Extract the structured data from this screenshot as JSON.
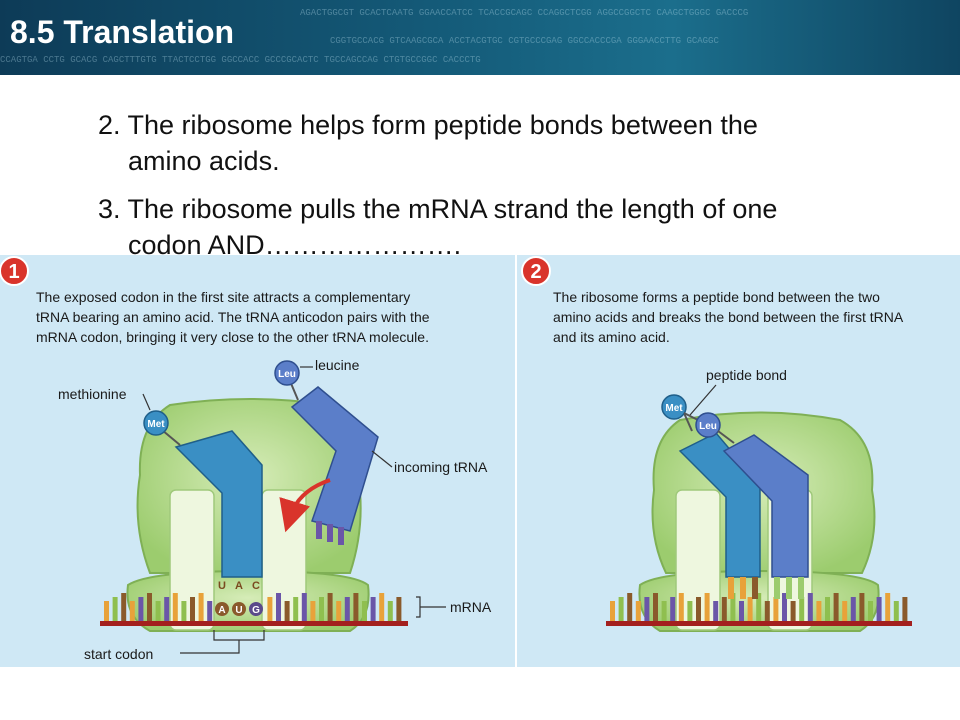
{
  "header": {
    "title": "8.5 Translation",
    "dna_rows": [
      "AGACTGGCGT  GCACTCAATG  GGAACCATCC  TCACCGCAGC  CCAGGCTCGG  AGGCCGGCTC  CAAGCTGGGC  GACCCG",
      "CGGTGCCACG  GTCAAGCGCA  ACCTACGTGC  CGTGCCCGAG  GGCCACCCGA  GGGAACCTTG  GCAGGC",
      "CCAGTGA CCTG GCACG  CAGCTTTGTG  TTACTCCTGG  GGCCACC  GCCCGCACTC  TGCCAGCCAG  CTGTGCCGGC  CACCCTG"
    ]
  },
  "bullets": {
    "line2a": "2. The ribosome helps form peptide bonds between the",
    "line2b": "amino acids.",
    "line3a": "3. The ribosome pulls the mRNA strand the length of one",
    "line3b": "codon AND…………………."
  },
  "panel1": {
    "number": "1",
    "caption_lines": [
      "The exposed codon in the first site attracts a complementary",
      "tRNA bearing an amino acid. The tRNA anticodon pairs with the",
      "mRNA codon, bringing it very close to the other tRNA molecule."
    ],
    "label_methionine": "methionine",
    "label_leucine": "leucine",
    "label_incoming": "incoming tRNA",
    "label_mrna": "mRNA",
    "label_start": "start codon",
    "met": "Met",
    "leu": "Leu",
    "anticodon": [
      "U",
      "A",
      "C"
    ],
    "codon": [
      "A",
      "U",
      "G"
    ]
  },
  "panel2": {
    "number": "2",
    "caption_lines": [
      "The ribosome forms a peptide bond between the two",
      "amino acids and breaks the bond between the first tRNA",
      "and its amino acid."
    ],
    "label_peptide": "peptide bond",
    "met": "Met",
    "leu": "Leu"
  },
  "colors": {
    "header": "#145a78",
    "panel_bg": "#cfe8f5",
    "ribosome": "#a8d27a",
    "ribosome_edge": "#7fb055",
    "trna_met": "#3a8fc4",
    "trna_leu": "#5b7ec9",
    "mrna_backbone": "#a3201e",
    "badge": "#d9342b"
  }
}
